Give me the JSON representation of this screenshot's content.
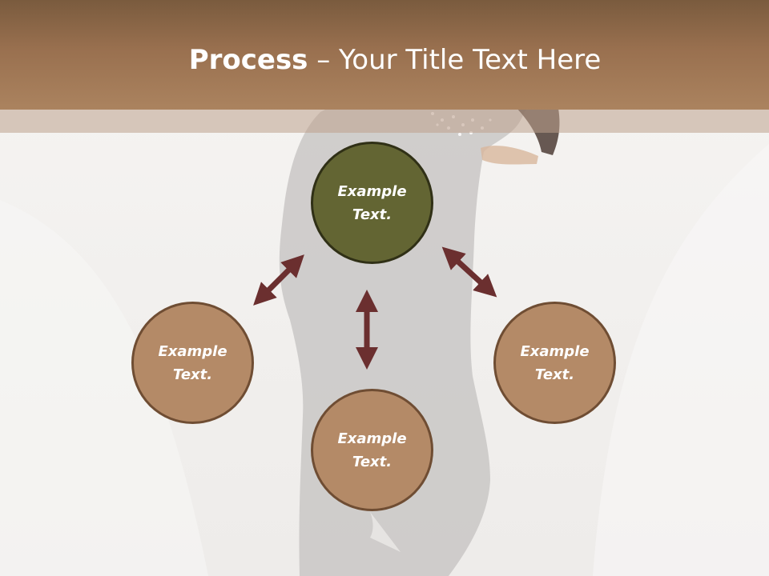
{
  "title": {
    "bold": "Process",
    "rest": " – Your Title Text Here"
  },
  "nodes": {
    "top": "Example\nText.",
    "left": "Example\nText.",
    "right": "Example\nText.",
    "bottom": "Example\nText."
  },
  "colors": {
    "header": "#a07755",
    "node_tan": "#b48a67",
    "node_olive": "#636533",
    "arrow": "#6b2f2f"
  }
}
